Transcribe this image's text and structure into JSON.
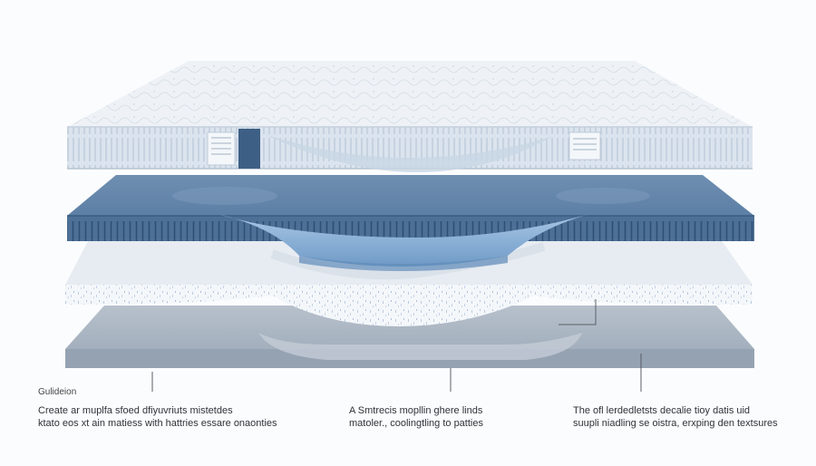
{
  "captions": {
    "left_heading": "Gulideion",
    "left_line1": "Create ar muplfa sfoed dfiyuvriuts mistetdes",
    "left_line2": "ktato eos xt ain matiess with hattries essare onaonties",
    "middle_line1": "A Smtrecis mopllin ghere linds",
    "middle_line2": "matoler., coolingtling to patties",
    "right_line1": "The ofl lerdedletsts decalie tioy datis uid",
    "right_line2": "suupli niadling se oistra, erxping den textsures"
  },
  "colors": {
    "background": "#fbfcfd",
    "top_layer": "#e8eef4",
    "top_side": "#d6e0ea",
    "foam_layer": "#5b7ea3",
    "foam_dark": "#3f6288",
    "comfort_layer": "#e9eef3",
    "base_layer": "#a9b5c3",
    "accent_blue": "#7fa7cf",
    "leader_line": "#5a5f66"
  },
  "icons": [
    "mattress-cover-layer",
    "memory-foam-layer",
    "comfort-foam-layer",
    "support-base-layer"
  ]
}
